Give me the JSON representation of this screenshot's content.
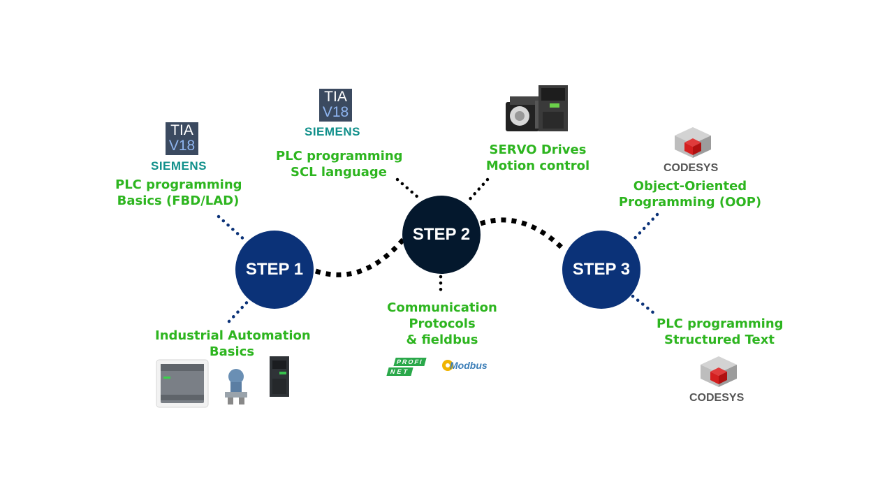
{
  "steps": [
    {
      "label": "STEP 1"
    },
    {
      "label": "STEP 2"
    },
    {
      "label": "STEP 3"
    }
  ],
  "topics": {
    "plc_basics": {
      "line1": "PLC programming",
      "line2": "Basics (FBD/LAD)"
    },
    "scl": {
      "line1": "PLC programming",
      "line2": "SCL language"
    },
    "servo": {
      "line1": "SERVO Drives",
      "line2": "Motion control"
    },
    "oop": {
      "line1": "Object-Oriented",
      "line2": "Programming (OOP)"
    },
    "automation": {
      "line1": "Industrial Automation",
      "line2": "Basics"
    },
    "comm": {
      "line1": "Communication",
      "line2": "Protocols",
      "line3": "& fieldbus"
    },
    "st": {
      "line1": "PLC programming",
      "line2": "Structured Text"
    }
  },
  "logos": {
    "tia_line1": "TIA",
    "tia_line2": "V18",
    "siemens": "SIEMENS",
    "codesys": "CODESYS",
    "profi": "PROFI",
    "net": "NET",
    "modbus": "Modbus"
  },
  "colors": {
    "step_blue": "#0b3278",
    "step_dark": "#04182d",
    "label_green": "#2db51f",
    "dot_blue": "#0b3278",
    "siemens_teal": "#0f8f8a"
  },
  "icons": [
    "tia-portal-logo",
    "siemens-logo",
    "codesys-logo",
    "servo-motor-icon",
    "servo-drive-icon",
    "plc-icon",
    "pressure-transmitter-icon",
    "inverter-icon",
    "profinet-logo",
    "modbus-logo"
  ]
}
